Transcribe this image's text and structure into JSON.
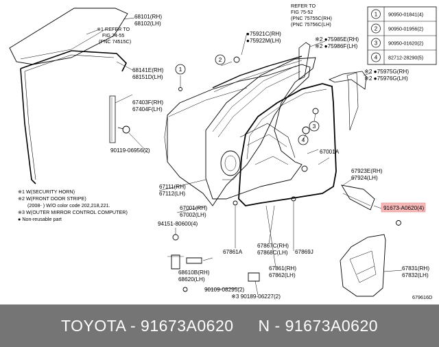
{
  "diagram": {
    "diagram_id": "679616D",
    "refer_notes": [
      {
        "marker": "※1 REFER TO",
        "fig": "FIG 74-55",
        "pnc": "(PNC 74515C)"
      },
      {
        "marker": "REFER TO",
        "fig": "FIG 75-52",
        "pnc": "(PNC 75755C(RH)",
        "pnc2": "(PNC 75756C(LH)"
      }
    ],
    "part_labels": [
      {
        "rh": "68101(RH)",
        "lh": "68102(LH)"
      },
      {
        "rh": "68141E(RH)",
        "lh": "68151D(LH)"
      },
      {
        "rh": "67403F(RH)",
        "lh": "67404F(LH)"
      },
      {
        "single": "90119-06956(2)"
      },
      {
        "rh": "●75921C(RH)",
        "lh": "●75922M(LH)"
      },
      {
        "rh": "※2 ●75985E(RH)",
        "lh": "※2 ●75986F(LH)"
      },
      {
        "rh": "※2 ●75975G(RH)",
        "lh": "※2 ●75976G(LH)"
      },
      {
        "single": "67001A"
      },
      {
        "rh": "67923E(RH)",
        "lh": "67924(LH)"
      },
      {
        "single": "91673-A0620(4)"
      },
      {
        "rh": "67111(RH)",
        "lh": "67112(LH)"
      },
      {
        "rh": "67001(RH)",
        "lh": "67002(LH)"
      },
      {
        "single": "94151-80600(4)"
      },
      {
        "single": "67861A"
      },
      {
        "rh": "67867C(RH)",
        "lh": "67868C(LH)"
      },
      {
        "single": "67869J"
      },
      {
        "rh": "67861(RH)",
        "lh": "67862(LH)"
      },
      {
        "rh": "68610B(RH)",
        "lh": "68620(LH)"
      },
      {
        "single": "90109-08295(2)"
      },
      {
        "single": "※3 90189-06227(2)"
      },
      {
        "rh": "67831(RH)",
        "lh": "67832(LH)"
      }
    ],
    "legend": [
      {
        "num": "1",
        "part": "90950-01841(4)"
      },
      {
        "num": "2",
        "part": "90950-01956(2)"
      },
      {
        "num": "3",
        "part": "90950-01620(2)"
      },
      {
        "num": "4",
        "part": "82712-28290(5)"
      }
    ],
    "callouts": [
      "1",
      "2",
      "3",
      "4"
    ],
    "notes": [
      "※1 W(SECURITY HORN)",
      "※2 W(FRONT DOOR STRIPE)",
      "(2008-      ) W/O color code 202,218,221.",
      "※3 W(OUTER MIRROR CONTROL COMPUTER)",
      "● Non-reusable part"
    ],
    "highlight_color": "#f7b8b8"
  },
  "footer": {
    "left": "TOYOTA - 91673A0620",
    "right": "N - 91673A0620"
  }
}
